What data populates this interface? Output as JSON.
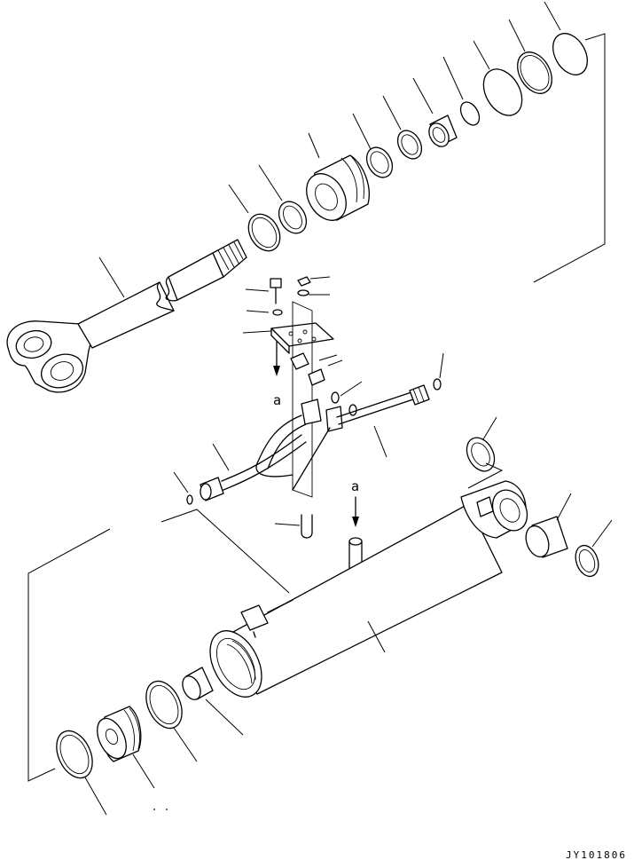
{
  "diagram": {
    "drawing_code": "JY101806",
    "view_markers": [
      "a",
      "a"
    ]
  }
}
